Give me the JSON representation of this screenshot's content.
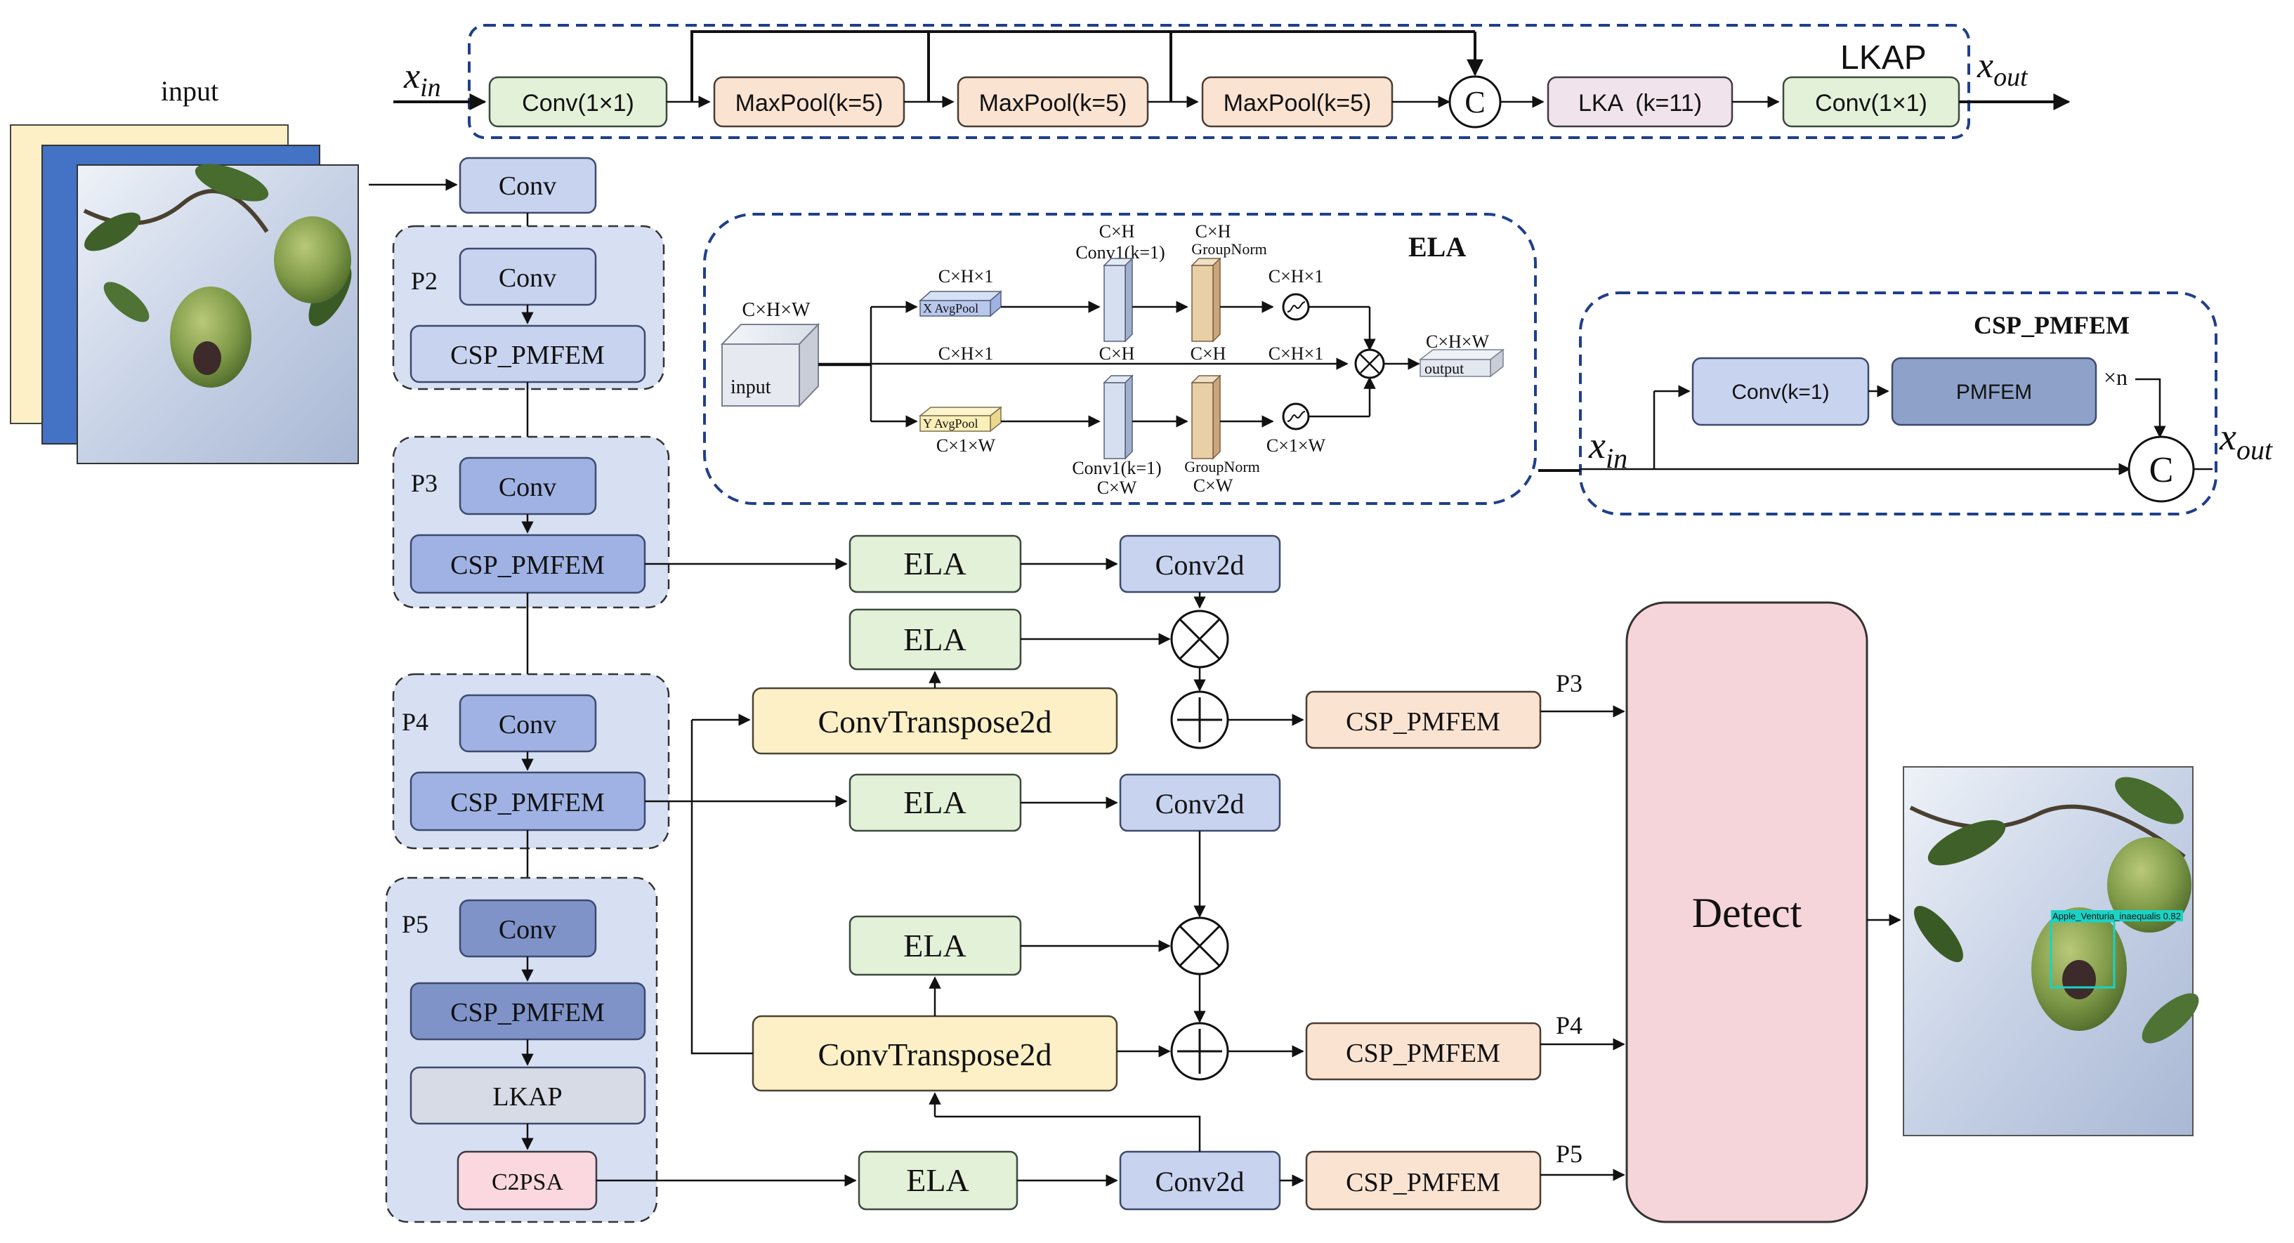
{
  "input": {
    "label": "input"
  },
  "detection": {
    "label": "Apple_Venturia_inaequalis 0.82"
  },
  "backbone": {
    "stem": "Conv",
    "p2": {
      "title": "P2",
      "conv": "Conv",
      "csp": "CSP_PMFEM"
    },
    "p3": {
      "title": "P3",
      "conv": "Conv",
      "csp": "CSP_PMFEM"
    },
    "p4": {
      "title": "P4",
      "conv": "Conv",
      "csp": "CSP_PMFEM"
    },
    "p5": {
      "title": "P5",
      "conv": "Conv",
      "csp": "CSP_PMFEM",
      "lkap": "LKAP",
      "c2psa": "C2PSA"
    }
  },
  "lkap_module": {
    "title": "LKAP",
    "xin": "x",
    "xin_sub": "in",
    "xout": "x",
    "xout_sub": "out",
    "conv_in": "Conv(1×1)",
    "maxpool1": "MaxPool(k=5)",
    "maxpool2": "MaxPool(k=5)",
    "maxpool3": "MaxPool(k=5)",
    "concat": "C",
    "lka": "LKA  (k=11)",
    "conv_out": "Conv(1×1)"
  },
  "ela_module": {
    "title": "ELA",
    "input_label": "input",
    "input_dims": "C×H×W",
    "x_avgpool": "X AvgPool",
    "y_avgpool": "Y AvgPool",
    "dim_chx1_top": "C×H×1",
    "dim_chx1_mid": "C×H×1",
    "dim_cx1xw_bottom": "C×1×W",
    "conv_top_dims": "C×H",
    "conv_top_label": "Conv1(k=1)",
    "conv_top_under": "C×H",
    "gn_top_dims": "C×H",
    "gn_top_label": "GroupNorm",
    "gn_top_under": "C×H",
    "sig_top_dims": "C×H×1",
    "sig_mid_dims": "C×H×1",
    "conv_bot_label": "Conv1(k=1)",
    "conv_bot_under": "C×W",
    "gn_bot_label": "GroupNorm",
    "gn_bot_under": "C×W",
    "sig_bot_dims": "C×1×W",
    "output_label": "output",
    "output_dims": "C×H×W"
  },
  "csp_module": {
    "title": "CSP_PMFEM",
    "conv": "Conv(k=1)",
    "pmfem": "PMFEM",
    "repeat": "×n",
    "concat": "C",
    "xin": "x",
    "xin_sub": "in",
    "xout": "x",
    "xout_sub": "out"
  },
  "neck": {
    "ela1": "ELA",
    "conv2d1": "Conv2d",
    "ela2": "ELA",
    "convt1": "ConvTranspose2d",
    "csp1": "CSP_PMFEM",
    "p3": "P3",
    "ela3": "ELA",
    "conv2d2": "Conv2d",
    "ela4": "ELA",
    "convt2": "ConvTranspose2d",
    "csp2": "CSP_PMFEM",
    "p4": "P4",
    "ela5": "ELA",
    "conv2d3": "Conv2d",
    "csp3": "CSP_PMFEM",
    "p5": "P5"
  },
  "head": {
    "detect": "Detect"
  },
  "colors": {
    "conv": "#c8d3ef",
    "conv_mid": "#9fb2e3",
    "conv_dark": "#7f93c9",
    "ela": "#e3f1d9",
    "csp_neck": "#fbe3d2",
    "convtranspose": "#fdf0c6",
    "detect": "#f6d5da",
    "group_bg": "#d7e0f3",
    "dashed_border": "#1f3f8a",
    "input_front": "#4472c4",
    "input_back": "#fdf0c6"
  }
}
